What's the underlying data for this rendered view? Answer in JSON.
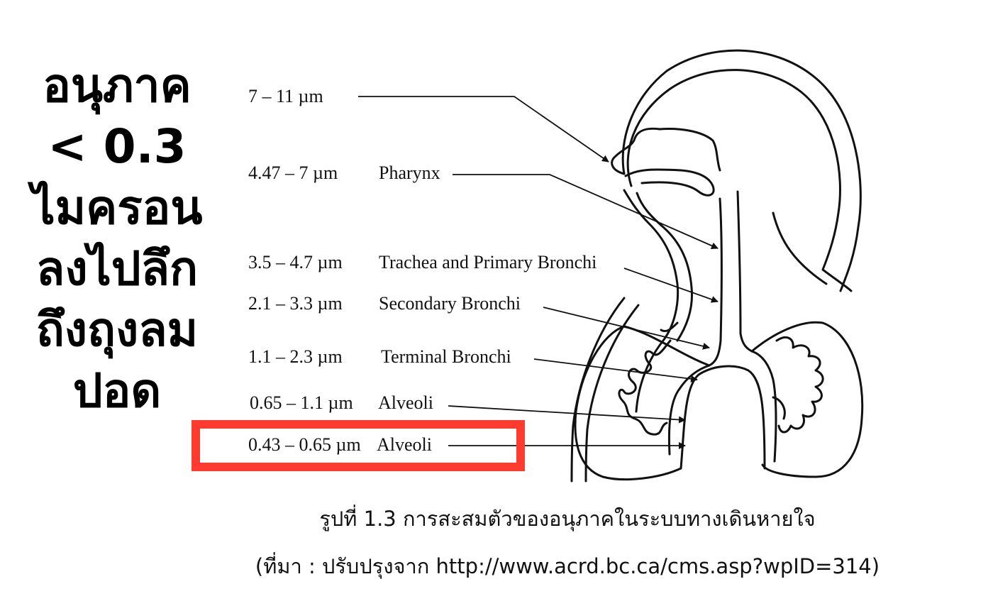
{
  "side_text": [
    "อนุภาค",
    "< 0.3",
    "ไมครอน",
    "ลงไปลึก",
    "ถึงถุงลม",
    "ปอด"
  ],
  "labels": [
    {
      "size": "7 – 11 µm",
      "region": ""
    },
    {
      "size": "4.47 – 7 µm",
      "region": "Pharynx"
    },
    {
      "size": "3.5 – 4.7 µm",
      "region": "Trachea and Primary Bronchi"
    },
    {
      "size": "2.1 – 3.3 µm",
      "region": "Secondary Bronchi"
    },
    {
      "size": "1.1 – 2.3 µm",
      "region": "Terminal Bronchi"
    },
    {
      "size": "0.65 – 1.1 µm",
      "region": "Alveoli"
    },
    {
      "size": "0.43 – 0.65 µm",
      "region": "Alveoli"
    }
  ],
  "caption": {
    "line1": "รูปที่ 1.3 การสะสมตัวของอนุภาคในระบบทางเดินหายใจ",
    "line2": "(ที่มา : ปรับปรุงจาก http://www.acrd.bc.ca/cms.asp?wpID=314)"
  },
  "colors": {
    "highlight": "#ff3b30",
    "ink": "#111111"
  }
}
